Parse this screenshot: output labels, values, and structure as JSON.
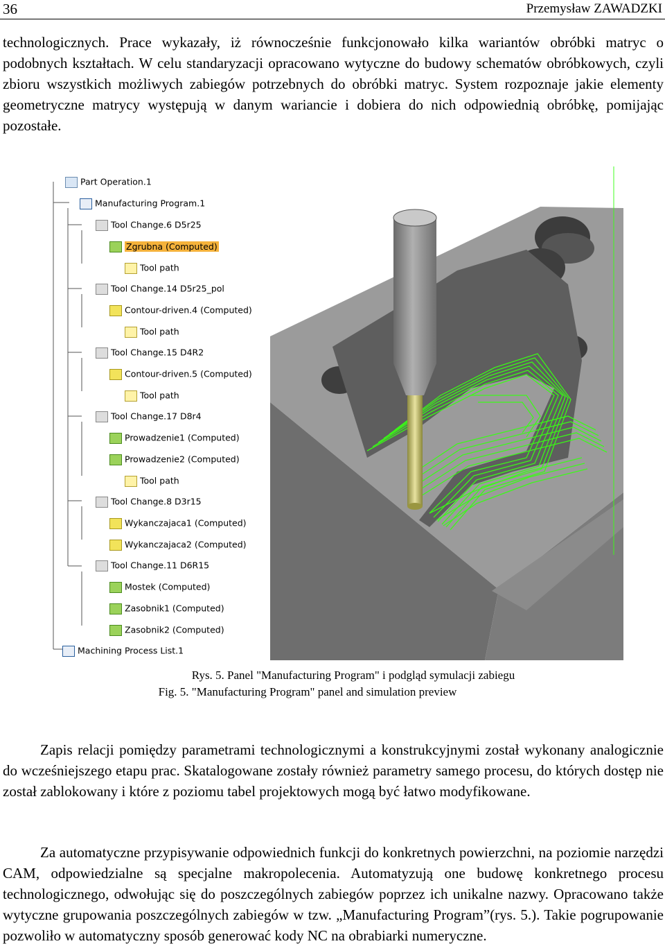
{
  "header": {
    "page_number": "36",
    "author": "Przemysław ZAWADZKI"
  },
  "paragraphs": {
    "p1": "technologicznych. Prace wykazały, iż równocześnie funkcjonowało kilka wariantów obróbki matryc o podobnych kształtach. W celu standaryzacji opracowano wytyczne do budowy schematów obróbkowych, czyli zbioru wszystkich możliwych zabiegów potrzebnych do obróbki matryc. System rozpoznaje jakie elementy geometryczne matrycy występują w danym wariancie i dobiera do nich odpowiednią obróbkę, pomijając pozostałe.",
    "p2": "Zapis relacji pomiędzy parametrami technologicznymi a konstrukcyjnymi został wykonany analogicznie do wcześniejszego etapu prac. Skatalogowane zostały również parametry samego procesu, do których dostęp nie został zablokowany i które z poziomu tabel projektowych mogą być łatwo modyfikowane.",
    "p3": "Za automatyczne przypisywanie odpowiednich funkcji do konkretnych powierzchni, na poziomie narzędzi CAM, odpowiedzialne są specjalne makropolecenia. Automatyzują one budowę konkretnego procesu technologicznego, odwołując się do poszczególnych zabiegów poprzez ich unikalne nazwy. Opracowano także wytyczne grupowania poszczególnych zabiegów w tzw. „Manufacturing Program”(rys. 5.). Takie pogrupowanie pozwoliło w automatyczny sposób generować kody NC na obrabiarki numeryczne."
  },
  "tree": {
    "part_operation": "Part Operation.1",
    "manufacturing_program": "Manufacturing Program.1",
    "nodes": [
      "Tool Change.6  D5r25",
      "Zgrubna (Computed)",
      "Tool path",
      "Tool Change.14  D5r25_pol",
      "Contour-driven.4 (Computed)",
      "Tool path",
      "Tool Change.15  D4R2",
      "Contour-driven.5 (Computed)",
      "Tool path",
      "Tool Change.17  D8r4",
      "Prowadzenie1 (Computed)",
      "Prowadzenie2 (Computed)",
      "Tool path",
      "Tool Change.8  D3r15",
      "Wykanczajaca1 (Computed)",
      "Wykanczajaca2 (Computed)",
      "Tool Change.11  D6R15",
      "Mostek (Computed)",
      "Zasobnik1 (Computed)",
      "Zasobnik2 (Computed)"
    ],
    "machining_process_list": "Machining Process List.1"
  },
  "captions": {
    "polish": "Rys. 5. Panel \"Manufacturing Program\" i podgląd symulacji zabiegu",
    "english": "Fig. 5. \"Manufacturing Program\" panel and simulation preview"
  },
  "colors": {
    "toolpath": "#39ff14",
    "highlight": "#f5b23b",
    "block": "#8a8a8a"
  }
}
